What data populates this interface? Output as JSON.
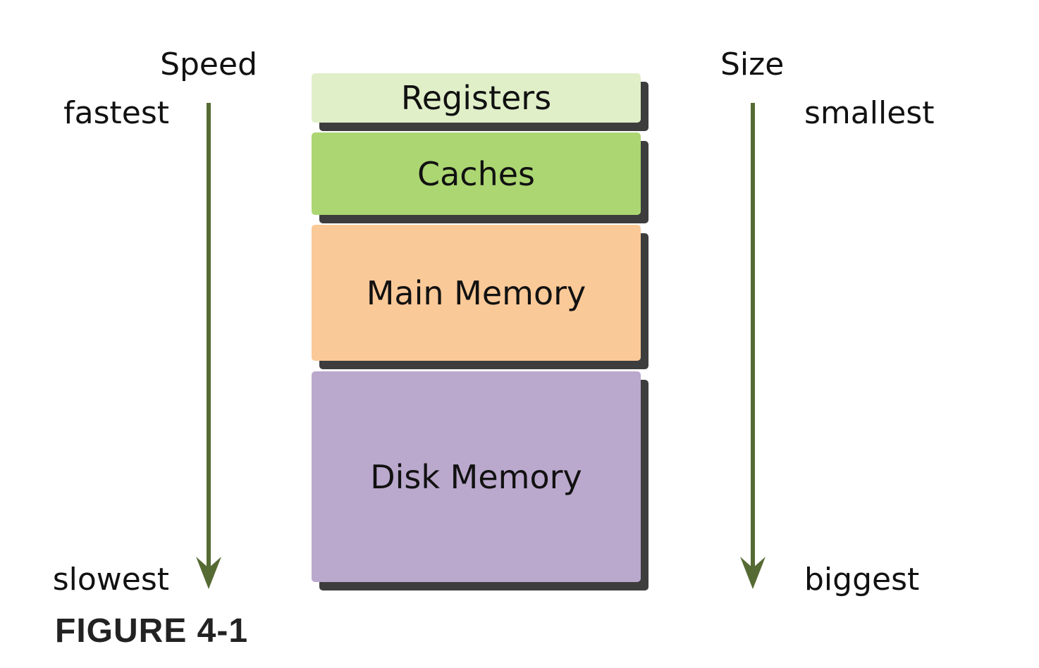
{
  "speed": {
    "heading": "Speed",
    "top_label": "fastest",
    "bottom_label": "slowest"
  },
  "size": {
    "heading": "Size",
    "top_label": "smallest",
    "bottom_label": "biggest"
  },
  "levels": [
    {
      "label": "Registers",
      "color": "#e0efc8"
    },
    {
      "label": "Caches",
      "color": "#acd672"
    },
    {
      "label": "Main Memory",
      "color": "#fac998"
    },
    {
      "label": "Disk Memory",
      "color": "#bba8cd"
    }
  ],
  "caption": "FIGURE 4-1",
  "colors": {
    "arrow": "#566b34",
    "shadow": "#3d3d3d"
  }
}
